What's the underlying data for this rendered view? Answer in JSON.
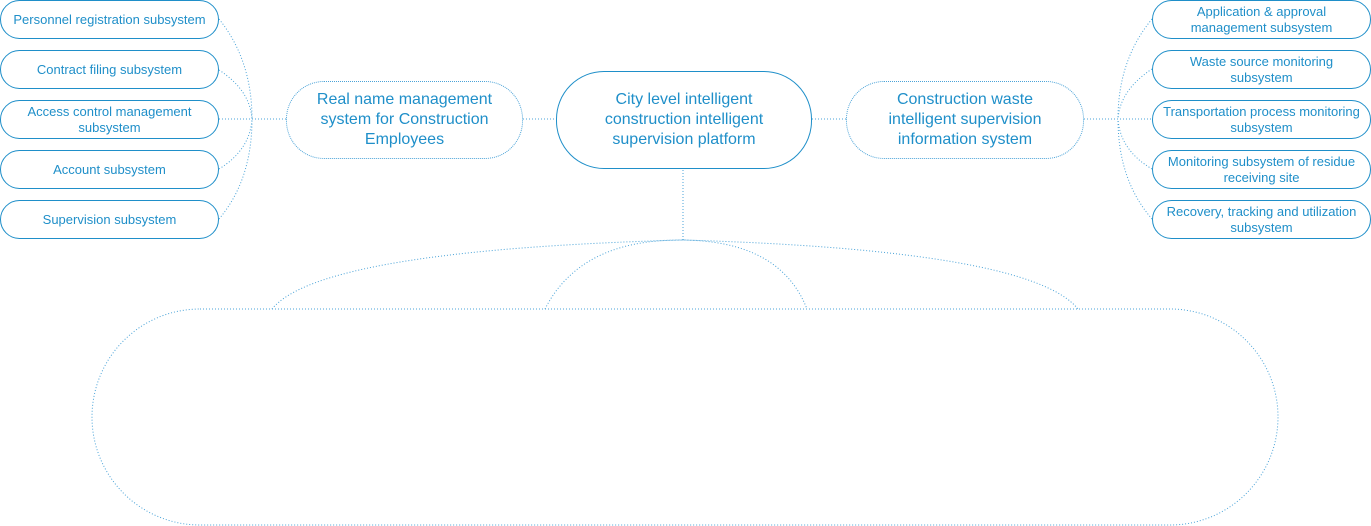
{
  "colors": {
    "accent": "#1f8fc9"
  },
  "center": {
    "label": "City level intelligent construction intelligent supervision platform"
  },
  "left": {
    "system": "Real name management system for Construction Employees",
    "subsystems": [
      "Personnel registration subsystem",
      "Contract filing subsystem",
      "Access control management subsystem",
      "Account subsystem",
      "Supervision subsystem"
    ]
  },
  "right": {
    "system": "Construction waste intelligent supervision information system",
    "subsystems": [
      "Application & approval management subsystem",
      "Waste source monitoring subsystem",
      "Transportation process monitoring subsystem",
      "Monitoring subsystem of residue receiving site",
      "Recovery, tracking and utilization subsystem"
    ]
  }
}
